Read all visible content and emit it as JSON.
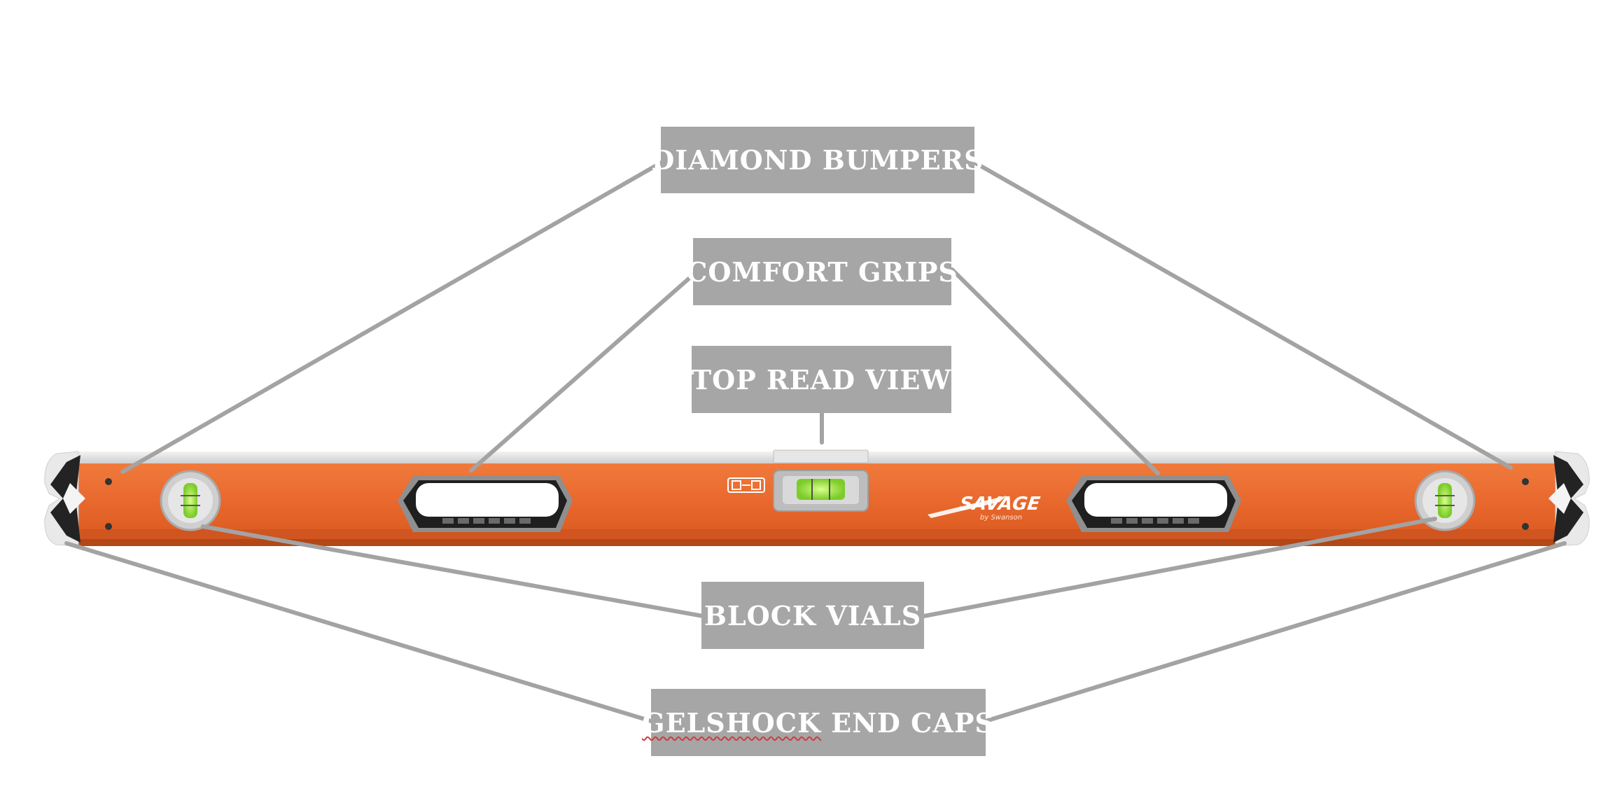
{
  "labels": {
    "diamond_bumpers": "DIAMOND BUMPERS",
    "comfort_grips": "COMFORT GRIPS",
    "top_read_view": "TOP READ VIEW",
    "block_vials": "BLOCK VIALS",
    "gelshock_word": "GELSHOCK",
    "end_caps_word": " END CAPS"
  },
  "level": {
    "brand": "SAVAGE",
    "brand_sub": "by Swanson"
  },
  "colors": {
    "label_bg": "#a6a6a6",
    "leader_line": "#a3a3a3",
    "body_orange": "#e8672c",
    "rail_silver": "#d8d8d8",
    "cap_black": "#222222",
    "vial_green": "#9be04a"
  }
}
